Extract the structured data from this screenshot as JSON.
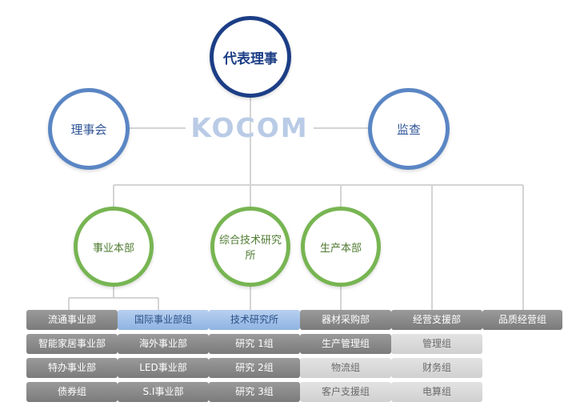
{
  "logo": "KOCOM",
  "top": {
    "ceo": "代表理事",
    "board": "理事会",
    "audit": "监查"
  },
  "divisions": {
    "business": "事业本部",
    "research": "综合技术研究所",
    "production": "生产本部"
  },
  "columns": [
    {
      "head": "流通事业部",
      "style": "gray",
      "items": [
        "智能家居事业部",
        "特办事业部",
        "债券组"
      ]
    },
    {
      "head": "国际事业部组",
      "style": "blue",
      "items": [
        "海外事业部",
        "LED事业部",
        "S.I事业部"
      ]
    },
    {
      "head": "技术研究所",
      "style": "blue",
      "items": [
        "研究 1组",
        "研究 2组",
        "研究 3组"
      ]
    },
    {
      "head": "器材采购部",
      "style": "gray",
      "items": [
        "生产管理组",
        "物流组",
        "客户支援组"
      ]
    },
    {
      "head": "经营支援部",
      "style": "gray",
      "items": [
        "管理组",
        "财务组",
        "电算组"
      ]
    },
    {
      "head": "品质经营组",
      "style": "gray",
      "items": []
    }
  ],
  "colors": {
    "navy": "#1c3e86",
    "blue": "#5a86c4",
    "green": "#77b552",
    "line": "#d4d4d4"
  }
}
